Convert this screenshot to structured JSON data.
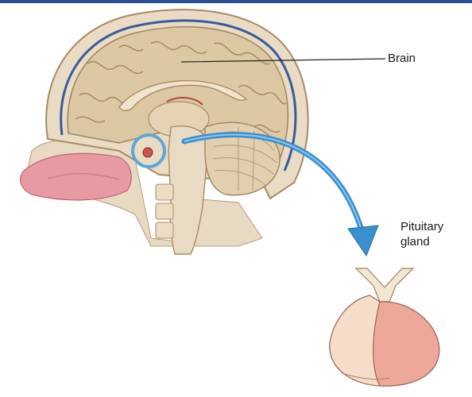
{
  "labels": {
    "brain": "Brain",
    "pituitary_line1": "Pituitary",
    "pituitary_line2": "gland"
  },
  "colors": {
    "top_bar": "#2a4f93",
    "arrow": "#3a8fcf",
    "highlight_circle": "#5aa8d8",
    "brain_tissue": "#dcc8a3",
    "gland_anterior": "#f6ddc9",
    "gland_posterior": "#eea89a"
  }
}
